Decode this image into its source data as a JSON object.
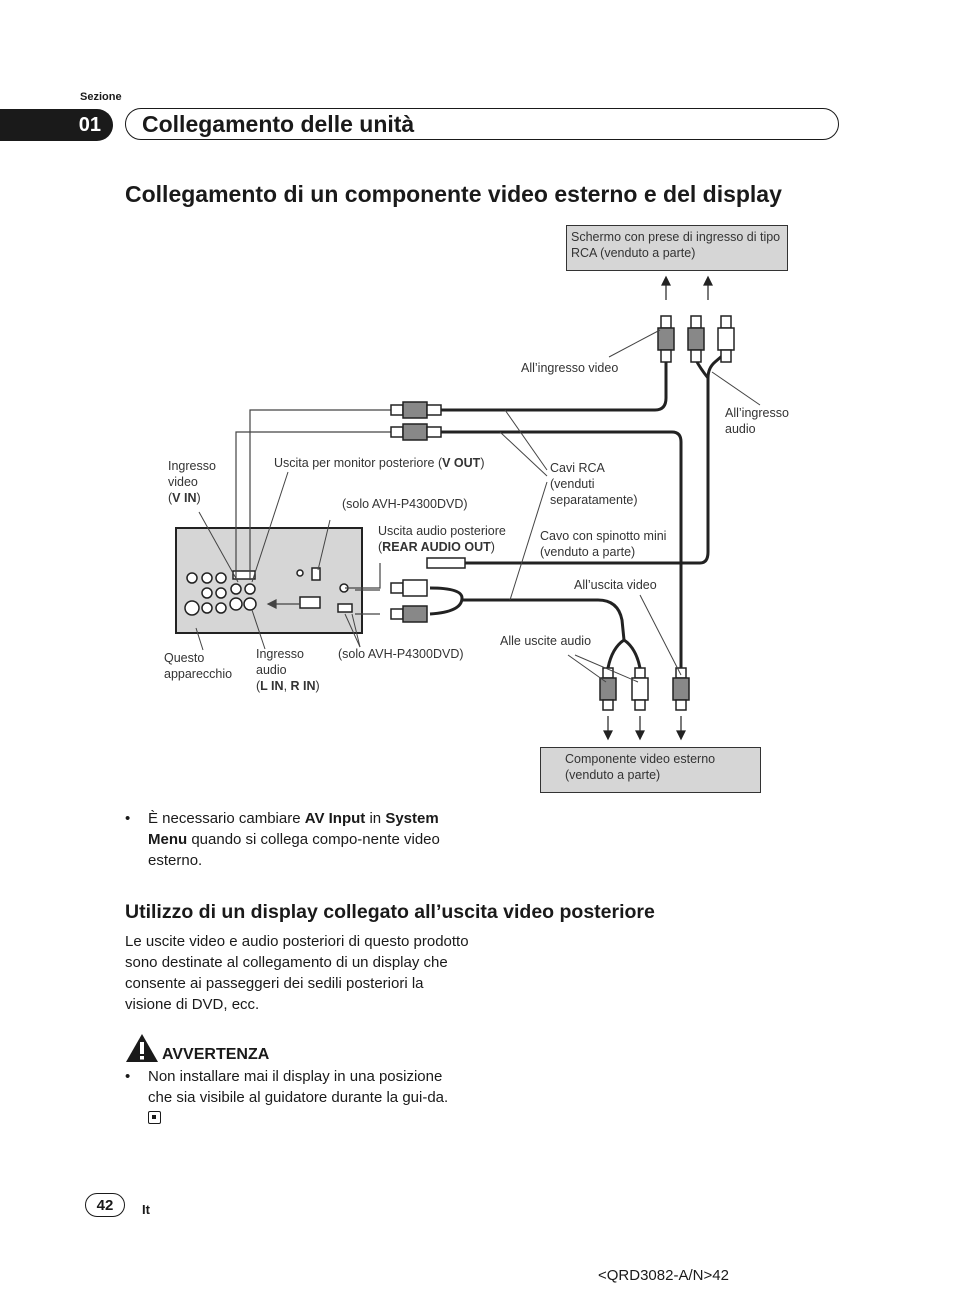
{
  "header": {
    "section_label": "Sezione",
    "section_number": "01",
    "section_title": "Collegamento delle unità"
  },
  "main_heading": "Collegamento di un componente video esterno e del display",
  "diagram": {
    "box_top": "Schermo con prese di ingresso di tipo RCA  (venduto a parte)",
    "box_bottom": "Componente video esterno (venduto a parte)",
    "labels": {
      "video_input": "All’ingresso video",
      "audio_input": "All’ingresso audio",
      "ingresso_video": "Ingresso video",
      "v_in": "V IN",
      "monitor_out": "Uscita per monitor posteriore",
      "v_out": "V OUT",
      "solo_1": "(solo AVH-P4300DVD)",
      "rear_audio_label": "Uscita audio posteriore",
      "rear_audio_out": "REAR AUDIO OUT",
      "cavi_rca": "Cavi RCA (venduti separatamente)",
      "mini_cable": "Cavo con spinotto mini (venduto a parte)",
      "video_output": "All’uscita video",
      "audio_outputs": "Alle uscite audio",
      "questo": "Questo apparecchio",
      "ingresso_audio": "Ingresso audio",
      "l_in": "L IN",
      "r_in": "R IN",
      "solo_2": "(solo AVH-P4300DVD)"
    }
  },
  "note": {
    "bullet": "•",
    "p1": "È necessario cambiare ",
    "b1": "AV Input",
    "p2": " in ",
    "b2": "System Menu",
    "p3": " quando si collega compo-nente video esterno."
  },
  "sub_heading": "Utilizzo di un display collegato all’uscita video posteriore",
  "paragraph": "Le uscite video e audio posteriori di questo prodotto sono destinate al collegamento di un display che consente ai passeggeri dei sedili posteriori la visione di DVD, ecc.",
  "warning": {
    "title": "AVVERTENZA",
    "bullet": "•",
    "text": "Non installare mai il display in una posizione che sia visibile al guidatore durante la gui-da.",
    "end_icon": "stop-square-icon",
    "icon": "warning-triangle-icon"
  },
  "footer": {
    "page_number": "42",
    "language": "It",
    "doc_code": "<QRD3082-A/N>42"
  }
}
